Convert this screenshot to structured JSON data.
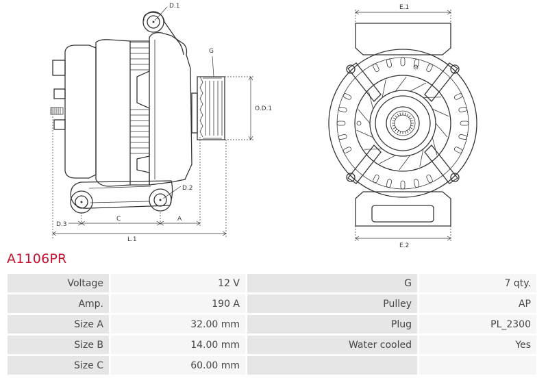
{
  "part_code": "A1106PR",
  "drawing_labels": {
    "d1": "D.1",
    "d2": "D.2",
    "d3": "D.3",
    "g": "G",
    "od1": "O.D.1",
    "a": "A",
    "c": "C",
    "l1": "L.1",
    "e1": "E.1",
    "e2": "E.2"
  },
  "specs": [
    {
      "label": "Voltage",
      "value": "12 V",
      "label2": "G",
      "value2": "7 qty."
    },
    {
      "label": "Amp.",
      "value": "190 A",
      "label2": "Pulley",
      "value2": "AP"
    },
    {
      "label": "Size A",
      "value": "32.00 mm",
      "label2": "Plug",
      "value2": "PL_2300"
    },
    {
      "label": "Size B",
      "value": "14.00 mm",
      "label2": "Water cooled",
      "value2": "Yes"
    },
    {
      "label": "Size C",
      "value": "60.00 mm",
      "label2": "",
      "value2": ""
    }
  ]
}
